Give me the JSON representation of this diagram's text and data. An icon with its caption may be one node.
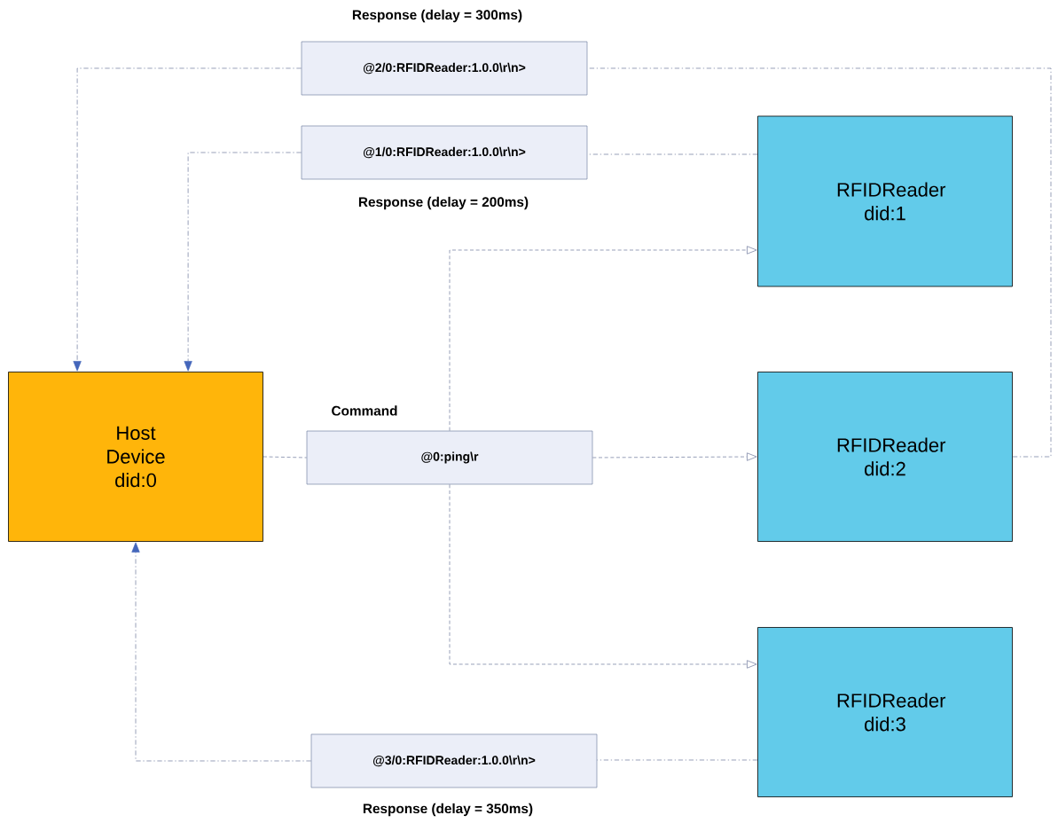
{
  "diagram": {
    "nodes": [
      {
        "text": [
          "Host Device did:0"
        ]
      },
      {
        "text": [
          "RFIDReader did:1"
        ]
      },
      {
        "text": [
          "RFIDReader did:2"
        ]
      },
      {
        "text": [
          "RFIDReader did:3"
        ]
      },
      {
        "text": [
          "@2/0:RFIDReader:1.0.0\\r\\n>"
        ],
        "beside": [
          "Response (delay = 300ms)"
        ]
      },
      {
        "text": [
          "@1/0:RFIDReader:1.0.0\\r\\n>"
        ],
        "beside": [
          "Response (delay = 200ms)"
        ]
      },
      {
        "text": [
          "@0:ping\\r"
        ],
        "beside": [
          "Command"
        ]
      },
      {
        "text": [
          "@3/0:RFIDReader:1.0.0\\r\\n>"
        ],
        "beside": [
          "Response (delay = 350ms)"
        ]
      }
    ],
    "edges": [
      {
        "from": 0,
        "to": 6,
        "arrow": "none",
        "style": "dashed"
      },
      {
        "from": 6,
        "to": 1,
        "arrow": "to",
        "style": "dashed"
      },
      {
        "from": 6,
        "to": 2,
        "arrow": "to",
        "style": "dashed"
      },
      {
        "from": 6,
        "to": 3,
        "arrow": "to",
        "style": "dashed"
      },
      {
        "from": 2,
        "to": 4,
        "arrow": "none",
        "style": "dashed"
      },
      {
        "from": 4,
        "to": 0,
        "arrow": "to",
        "style": "dashed"
      },
      {
        "from": 1,
        "to": 5,
        "arrow": "none",
        "style": "dashed"
      },
      {
        "from": 5,
        "to": 0,
        "arrow": "to",
        "style": "dashed"
      },
      {
        "from": 3,
        "to": 7,
        "arrow": "none",
        "style": "dashed"
      },
      {
        "from": 7,
        "to": 0,
        "arrow": "to",
        "style": "dashed"
      }
    ]
  }
}
